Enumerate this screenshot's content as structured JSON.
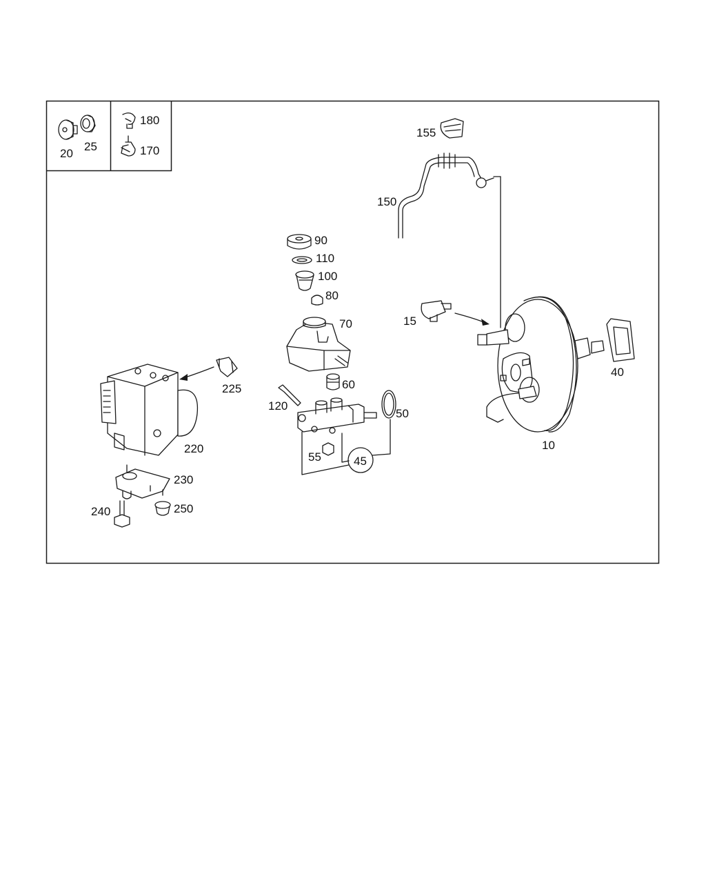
{
  "diagram": {
    "part_labels": [
      "20",
      "25",
      "180",
      "170",
      "155",
      "150",
      "90",
      "110",
      "100",
      "80",
      "70",
      "15",
      "40",
      "225",
      "60",
      "120",
      "50",
      "220",
      "55",
      "45",
      "10",
      "230",
      "240",
      "250"
    ]
  },
  "colors": {
    "line": "#1a1a1a",
    "accent": "#b0103a"
  }
}
